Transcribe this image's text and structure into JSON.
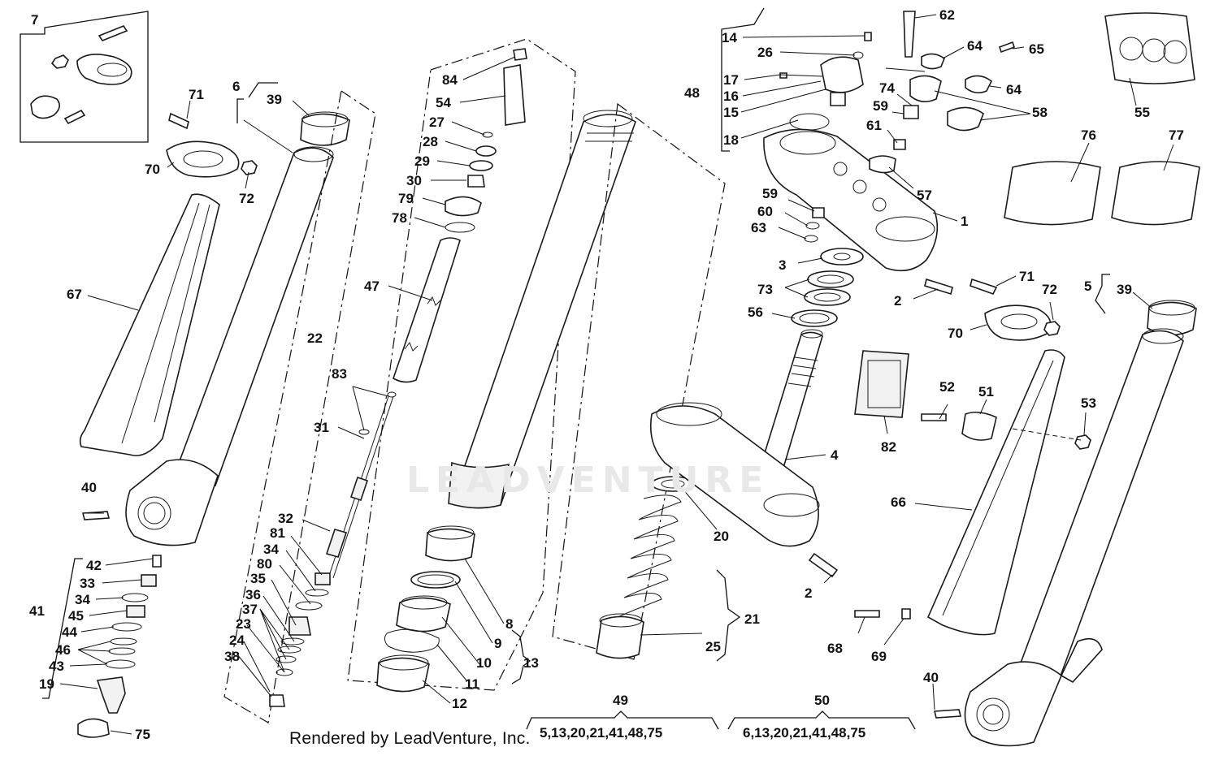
{
  "footer": "Rendered by LeadVenture, Inc.",
  "watermark": "LEADVENTURE",
  "callouts": {
    "c7": "7",
    "c71a": "71",
    "c70a": "70",
    "c72a": "72",
    "c6": "6",
    "c39a": "39",
    "c67": "67",
    "c40a": "40",
    "c42": "42",
    "c33": "33",
    "c34a": "34",
    "c45": "45",
    "c44": "44",
    "c46": "46",
    "c43": "43",
    "c19": "19",
    "c75": "75",
    "c41": "41",
    "c22": "22",
    "c83": "83",
    "c31": "31",
    "c32": "32",
    "c81": "81",
    "c34b": "34",
    "c80": "80",
    "c35": "35",
    "c36": "36",
    "c37": "37",
    "c23": "23",
    "c24": "24",
    "c38": "38",
    "c84": "84",
    "c54": "54",
    "c27": "27",
    "c28": "28",
    "c29": "29",
    "c30": "30",
    "c79": "79",
    "c78": "78",
    "c47": "47",
    "c8": "8",
    "c9": "9",
    "c10": "10",
    "c11": "11",
    "c12": "12",
    "c13": "13",
    "c14": "14",
    "c26": "26",
    "c48": "48",
    "c17": "17",
    "c16": "16",
    "c15": "15",
    "c18": "18",
    "c62": "62",
    "c64a": "64",
    "c65": "65",
    "c64b": "64",
    "c74": "74",
    "c59a": "59",
    "c58": "58",
    "c61": "61",
    "c57": "57",
    "c55": "55",
    "c76": "76",
    "c77": "77",
    "c59b": "59",
    "c60": "60",
    "c63": "63",
    "c1": "1",
    "c3": "3",
    "c73": "73",
    "c56": "56",
    "c2a": "2",
    "c71b": "71",
    "c72b": "72",
    "c70b": "70",
    "c5": "5",
    "c39b": "39",
    "c82": "82",
    "c52": "52",
    "c51": "51",
    "c53": "53",
    "c4": "4",
    "c66": "66",
    "c20": "20",
    "c21": "21",
    "c25": "25",
    "c2b": "2",
    "c68": "68",
    "c69": "69",
    "c40b": "40",
    "c49": "49",
    "c50": "50"
  },
  "groups": {
    "g49": "5,13,20,21,41,48,75",
    "g50": "6,13,20,21,41,48,75"
  }
}
